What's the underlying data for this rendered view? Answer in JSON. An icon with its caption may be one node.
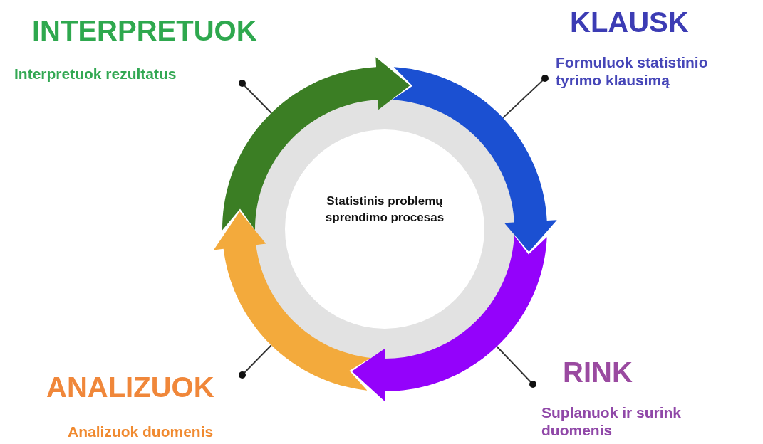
{
  "diagram": {
    "nodes": [
      {
        "text": [
          "INTERPRETUOK",
          "Interpretuok rezultatus"
        ]
      },
      {
        "text": [
          "KLAUSK",
          "Formuluok statistinio tyrimo klausimą"
        ]
      },
      {
        "text": [
          "Statistinis problemų sprendimo procesas"
        ]
      },
      {
        "text": [
          "ANALIZUOK",
          "Analizuok duomenis"
        ]
      },
      {
        "text": [
          "RINK",
          "Suplanuok ir surink duomenis"
        ]
      },
      {
        "text": [],
        "shape": "arc"
      },
      {
        "text": [],
        "shape": "arc"
      },
      {
        "text": [],
        "shape": "arc"
      },
      {
        "text": [],
        "shape": "arc"
      }
    ],
    "edges": [
      {
        "from": 0,
        "to": 5,
        "arrow": "other"
      },
      {
        "from": 1,
        "to": 6,
        "arrow": "other"
      },
      {
        "from": 3,
        "to": 7,
        "arrow": "other"
      },
      {
        "from": 4,
        "to": 8,
        "arrow": "other"
      }
    ]
  }
}
